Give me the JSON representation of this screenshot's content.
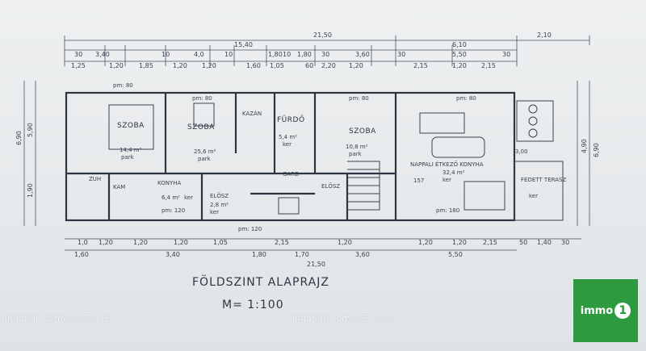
{
  "plan": {
    "title": "FÖLDSZINT ALAPRAJZ",
    "scale": "M= 1:100",
    "top_dims": {
      "overall": "21,50",
      "main": "15,40",
      "side": "6,10",
      "extra": "2,10",
      "row2": [
        "30",
        "3,40",
        "10",
        "4,0",
        "10",
        "1,80",
        "10",
        "1,80",
        "30",
        "3,60",
        "30",
        "5,50",
        "30"
      ],
      "row3": [
        "1,25",
        "1,20",
        "1,85",
        "1,20",
        "1,20",
        "1,60",
        "1,05",
        "60",
        "2,20",
        "1,20",
        "2,15",
        "1,20",
        "2,15"
      ]
    },
    "bottom_dims": {
      "overall": "21,50",
      "row1": [
        "1,0",
        "1,20",
        "1,20",
        "1,20",
        "1,05",
        "2,15",
        "1,20",
        "1,20",
        "1,20",
        "2,15",
        "50",
        "1,40",
        "30"
      ],
      "row2": [
        "1,60",
        "3,40",
        "1,80",
        "1,70",
        "3,60",
        "5,50"
      ]
    },
    "left_dims": [
      "6,90",
      "5,90",
      "1,90"
    ],
    "right_dims": [
      "4,90",
      "6,90"
    ],
    "rooms": [
      {
        "name": "SZOBA",
        "area": "14,4 m²",
        "floor": "park"
      },
      {
        "name": "SZOBA",
        "area": "25,6 m²",
        "floor": "park"
      },
      {
        "name": "KAZÁN",
        "area": "",
        "floor": ""
      },
      {
        "name": "FÜRDŐ",
        "area": "5,4 m²",
        "floor": "ker"
      },
      {
        "name": "SZOBA",
        "area": "10,8 m²",
        "floor": "park"
      },
      {
        "name": "NAPPALI ÉTKEZŐ KONYHA",
        "area": "32,4 m²",
        "floor": "ker"
      },
      {
        "name": "FEDETT TERASZ",
        "area": "",
        "floor": "ker"
      },
      {
        "name": "KONYHA",
        "area": "6,4 m²",
        "floor": "ker"
      },
      {
        "name": "ELŐSZ",
        "area": "2,8 m²",
        "floor": "ker"
      },
      {
        "name": "GARD",
        "area": "",
        "floor": ""
      },
      {
        "name": "ELŐSZ",
        "area": "",
        "floor": ""
      },
      {
        "name": "KAM",
        "area": "",
        "floor": ""
      },
      {
        "name": "ZUH",
        "area": "",
        "floor": ""
      }
    ],
    "annotations": [
      "pm: 80",
      "pm: 80",
      "pm: 80",
      "pm: 80",
      "pm: 120",
      "pm: 180",
      "pm: 120",
      "3,00",
      "157"
    ]
  },
  "watermarks": [
    "ingatlan.com/35373316",
    "ingatlan.com/35373316"
  ],
  "logo": {
    "text": "immo",
    "number": "1"
  }
}
